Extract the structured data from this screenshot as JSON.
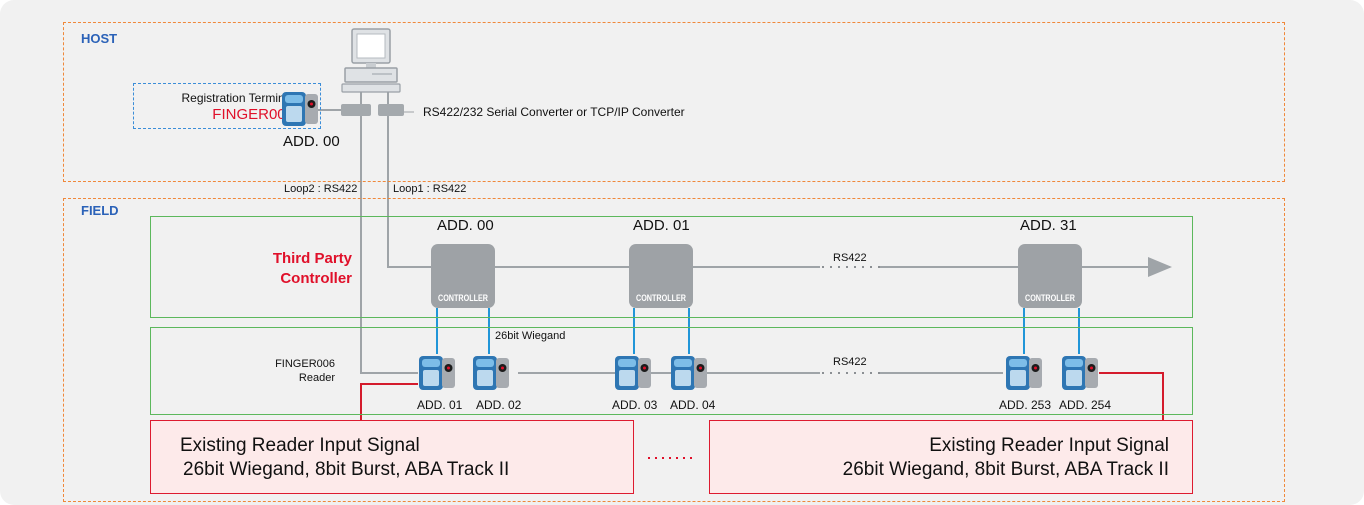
{
  "zones": {
    "host": "HOST",
    "field": "FIELD"
  },
  "host": {
    "terminal_caption": "Registration Terminal",
    "terminal_model": "FINGER006",
    "terminal_address": "ADD. 00",
    "converter_label": "RS422/232 Serial Converter or TCP/IP Converter",
    "loop2_label": "Loop2 : RS422",
    "loop1_label": "Loop1 : RS422"
  },
  "controllers": {
    "title_line1": "Third Party",
    "title_line2": "Controller",
    "items": [
      {
        "address": "ADD. 00",
        "label": "CONTROLLER"
      },
      {
        "address": "ADD. 01",
        "label": "CONTROLLER"
      },
      {
        "address": "ADD. 31",
        "label": "CONTROLLER"
      }
    ],
    "bus_label": "RS422"
  },
  "readers": {
    "title_line1": "FINGER006",
    "title_line2": "Reader",
    "wiegand_label": "26bit Wiegand",
    "bus_label": "RS422",
    "addresses": [
      "ADD. 01",
      "ADD. 02",
      "ADD. 03",
      "ADD. 04",
      "ADD. 253",
      "ADD. 254"
    ]
  },
  "signal_boxes": [
    {
      "line1": "Existing Reader Input Signal",
      "line2": "26bit Wiegand, 8bit Burst, ABA Track II"
    },
    {
      "line1": "Existing Reader Input Signal",
      "line2": "26bit Wiegand, 8bit Burst, ABA Track II"
    }
  ],
  "colors": {
    "host_border": "#f0883a",
    "band_border": "#5cb85c",
    "zone_label": "#2b62b8",
    "accent_red": "#e0102a",
    "controller": "#9ea2a6",
    "bus": "#9fa4a8",
    "signal_wire": "#2196d8"
  }
}
